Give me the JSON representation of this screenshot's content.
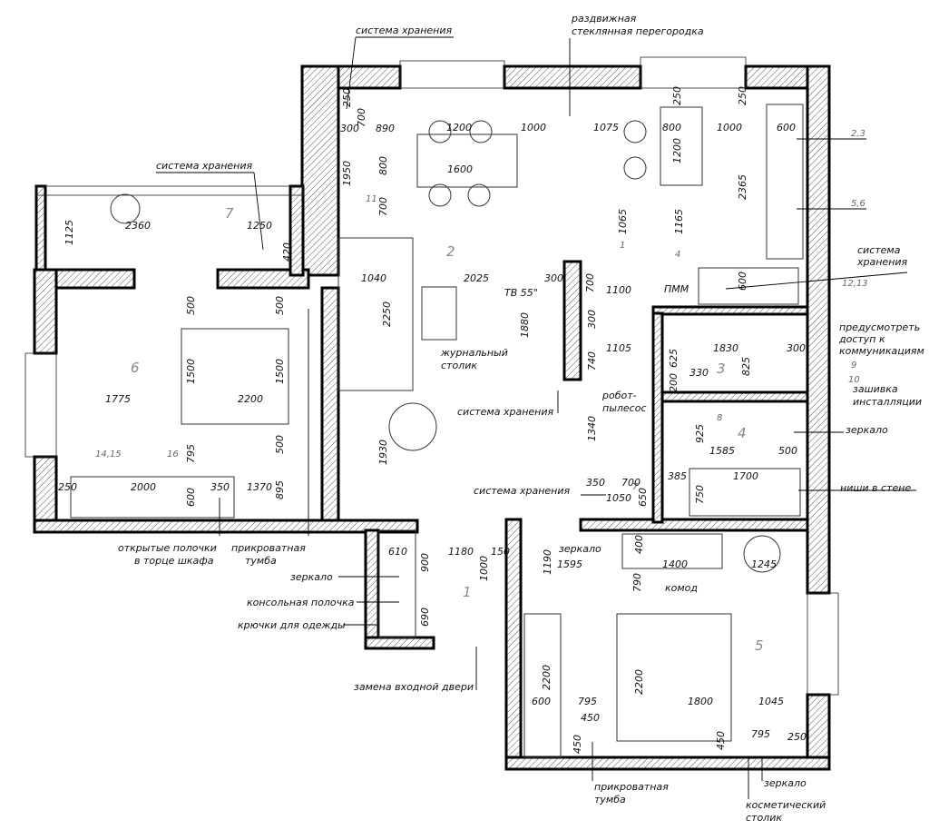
{
  "labels": {
    "storage_top": "система хранения",
    "sliding_glass_1": "раздвижная",
    "sliding_glass_2": "стеклянная перегородка",
    "storage_balcony": "система хранения",
    "storage_right_1": "система",
    "storage_right_2": "хранения",
    "tv": "ТВ 55\"",
    "coffee_table_1": "журнальный",
    "coffee_table_2": "столик",
    "storage_center": "система хранения",
    "robot_1": "робот-",
    "robot_2": "пылесос",
    "pmm": "ПММ",
    "provide_access_1": "предусмотреть",
    "provide_access_2": "доступ к",
    "provide_access_3": "коммуникациям",
    "installation_1": "зашивка",
    "installation_2": "инсталляции",
    "mirror_bath": "зеркало",
    "wall_niches": "ниши в стене",
    "storage_hall": "система хранения",
    "mirror_hall_right": "зеркало",
    "dresser": "комод",
    "open_shelves_1": "открытые полочки",
    "open_shelves_2": "в торце шкафа",
    "bedside_left_1": "прикроватная",
    "bedside_left_2": "тумба",
    "mirror_hall": "зеркало",
    "console_shelf": "консольная полочка",
    "hooks": "крючки для одежды",
    "entry_door": "замена входной двери",
    "bedside_bottom_1": "прикроватная",
    "bedside_bottom_2": "тумба",
    "mirror_bottom": "зеркало",
    "vanity_1": "косметический",
    "vanity_2": "столик"
  },
  "rooms": [
    "1",
    "2",
    "3",
    "4",
    "5",
    "6",
    "7"
  ],
  "tags": {
    "t23": "2,3",
    "t56": "5,6",
    "t1213": "12,13",
    "t9": "9",
    "t10": "10",
    "t1": "1",
    "t4": "4",
    "t8": "8",
    "t11": "11",
    "t1415": "14,15",
    "t16": "16",
    "t7": "7"
  },
  "dims": {
    "d250a": "250",
    "d700a": "700",
    "d300a": "300",
    "d890": "890",
    "d1200a": "1200",
    "d1000a": "1000",
    "d1075": "1075",
    "d800": "800",
    "d250b": "250",
    "d250c": "250",
    "d600a": "600",
    "d1000b": "1000",
    "d1200b": "1200",
    "d1950": "1950",
    "d800b": "800",
    "d1600": "1600",
    "d700b": "700",
    "d2365": "2365",
    "d1065": "1065",
    "d1165": "1165",
    "d1125": "1125",
    "d2360": "2360",
    "d1250": "1250",
    "d420": "420",
    "d1040": "1040",
    "d2025": "2025",
    "d2250": "2250",
    "d300b": "300",
    "d700c": "700",
    "d1100": "1100",
    "d600b": "600",
    "d1880": "1880",
    "d300c": "300",
    "d1105": "1105",
    "d1830": "1830",
    "d300d": "300",
    "d625": "625",
    "d825": "825",
    "d740": "740",
    "d330": "330",
    "d200": "200",
    "d500a": "500",
    "d500b": "500",
    "d1500a": "1500",
    "d1500b": "1500",
    "d1775": "1775",
    "d2200a": "2200",
    "d925": "925",
    "d1585": "1585",
    "d500c": "500",
    "d1340": "1340",
    "d500d": "500",
    "d795a": "795",
    "d1930": "1930",
    "d250d": "250",
    "d2000": "2000",
    "d600c": "600",
    "d350a": "350",
    "d1370": "1370",
    "d895": "895",
    "d350b": "350",
    "d700d": "700",
    "d1050": "1050",
    "d650": "650",
    "d385": "385",
    "d1700": "1700",
    "d750": "750",
    "d610": "610",
    "d1180": "1180",
    "d150": "150",
    "d900": "900",
    "d1000c": "1000",
    "d690": "690",
    "d1190": "1190",
    "d1595": "1595",
    "d400": "400",
    "d1400": "1400",
    "d1245": "1245",
    "d790": "790",
    "d2200b": "2200",
    "d2200c": "2200",
    "d1800": "1800",
    "d1045": "1045",
    "d600d": "600",
    "d795b": "795",
    "d450a": "450",
    "d450b": "450",
    "d450c": "450",
    "d795c": "795",
    "d250e": "250"
  }
}
